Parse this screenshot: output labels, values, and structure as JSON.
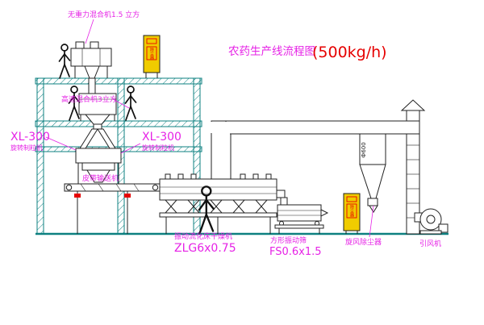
{
  "title": {
    "name": "农药生产线流程图",
    "capacity": "(500kg/h)"
  },
  "labels": {
    "top_mixer": "无重力混合机1.5 立方",
    "high_speed_mixer": "高速混合机3立方",
    "granulator_left_model": "XL-300",
    "granulator_left_name": "旋转制粒机",
    "granulator_mid_model": "XL-300",
    "granulator_mid_name": "旋转制粒机",
    "belt_conveyor": "皮带输送机",
    "dryer_name": "振动流化床干燥机",
    "dryer_model": "ZLG6x0.75",
    "screen_name": "方形振动筛",
    "screen_model": "FS0.6x1.5",
    "cyclone_name": "旋风除尘器",
    "cyclone_size": "Ф600",
    "fan_name": "引风机",
    "cabinet_top_text": "除尘器",
    "cabinet_right_text": "除尘器"
  },
  "colors": {
    "bg": "#ffffff",
    "structure": "#0d8080",
    "line": "#222222",
    "label": "#e623e6",
    "accent": "#e60000",
    "cabinet": "#f0cc00"
  }
}
